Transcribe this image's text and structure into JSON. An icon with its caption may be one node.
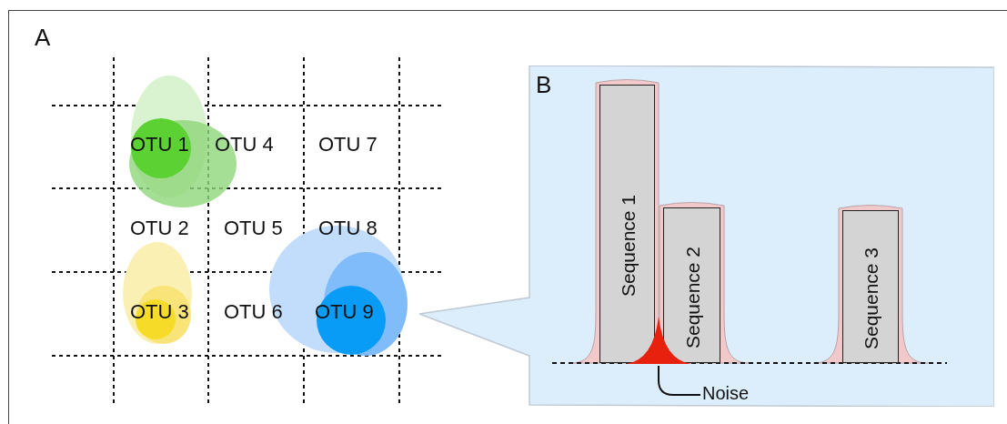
{
  "diagram": {
    "nodes": [
      {
        "text": [
          "B"
        ]
      },
      {
        "text": [
          "Sequence 1"
        ],
        "in": 0
      },
      {
        "text": [
          "Sequence 2"
        ],
        "in": 0
      },
      {
        "text": [
          "Sequence 3"
        ],
        "in": 0
      },
      {
        "text": [],
        "shape": "triangle",
        "in": 0
      },
      {
        "text": [
          "Noise"
        ],
        "in": 0
      }
    ],
    "edges": [
      {
        "from": 5,
        "to": 4,
        "arrow": "none"
      }
    ],
    "labels": [
      "A",
      "OTU 1",
      "OTU 4",
      "OTU 7",
      "OTU 2",
      "OTU 5",
      "OTU 8",
      "OTU 3",
      "OTU 6",
      "OTU 9"
    ]
  }
}
